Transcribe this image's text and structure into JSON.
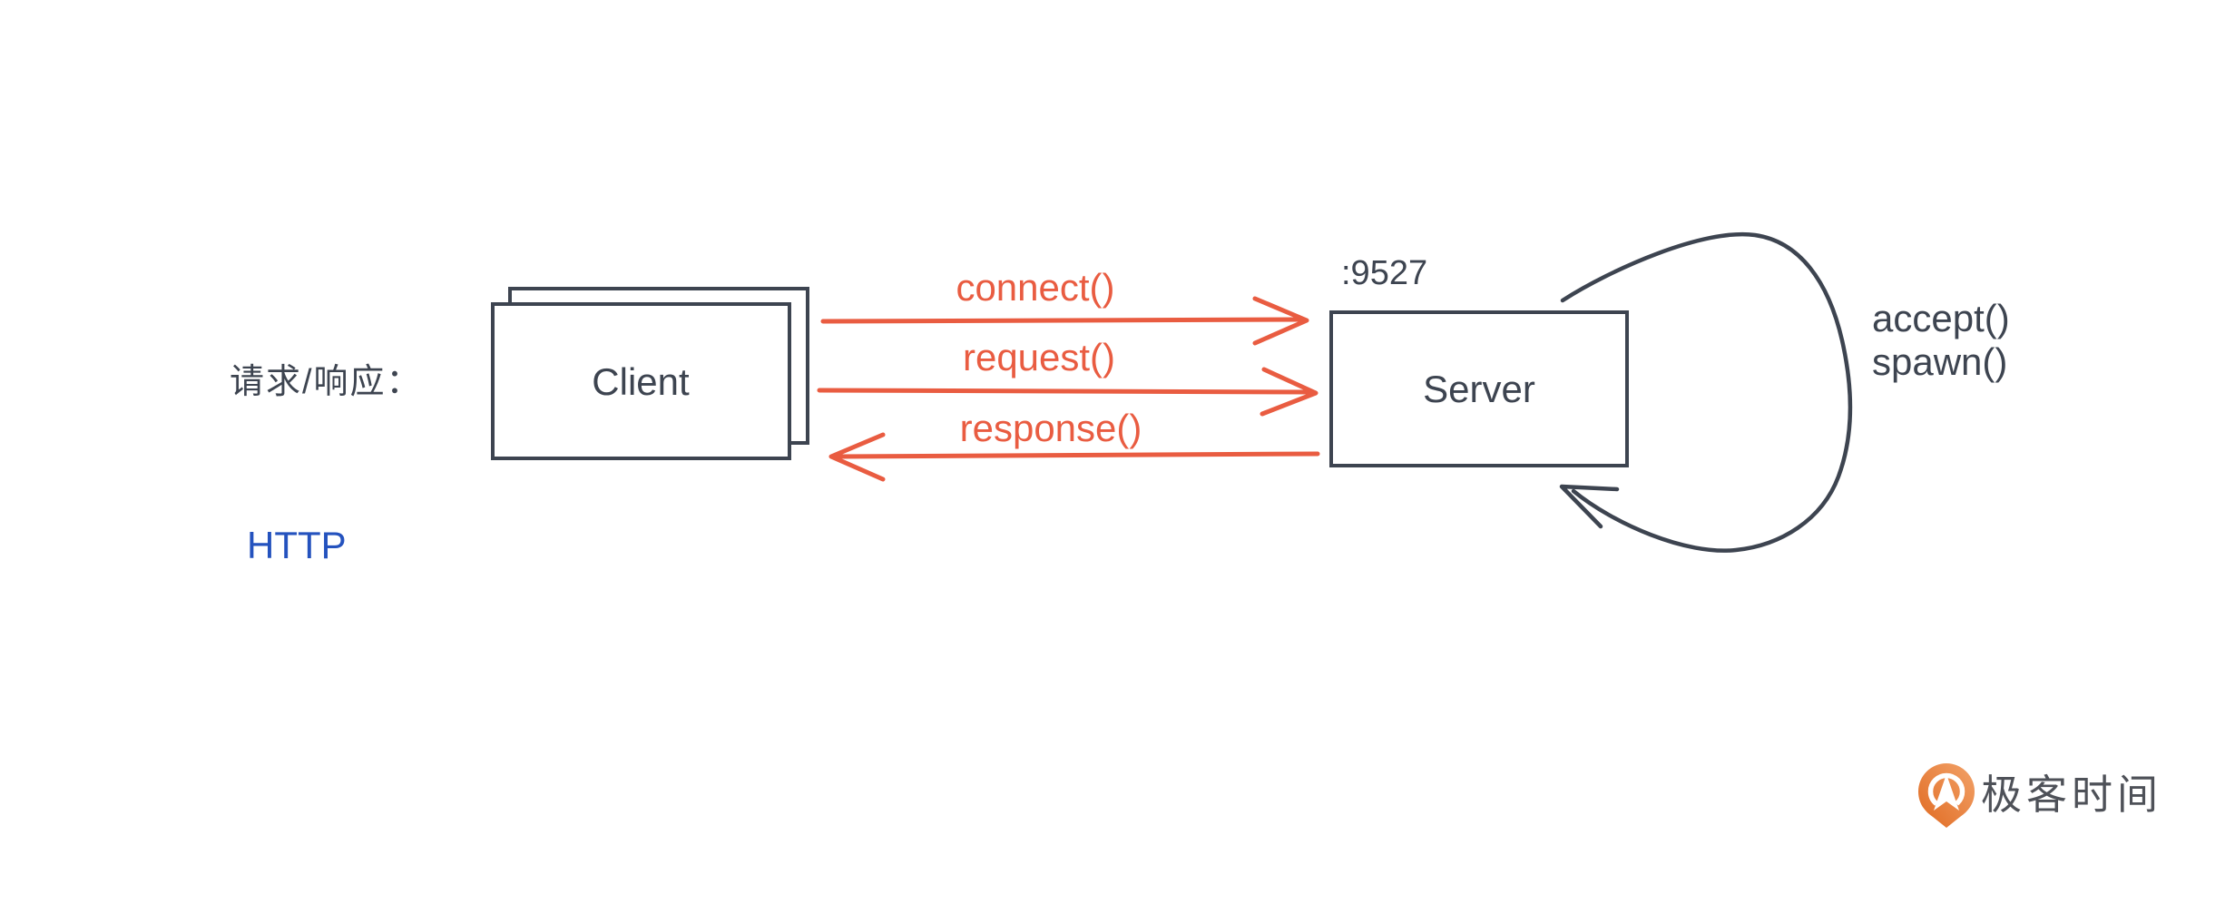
{
  "diagram": {
    "caption": "请求/响应：",
    "protocol_label": "HTTP",
    "client": {
      "label": "Client"
    },
    "server": {
      "label": "Server",
      "port_label": ":9527"
    },
    "calls": {
      "connect": "connect()",
      "request": "request()",
      "response": "response()"
    },
    "loop": {
      "line1": "accept()",
      "line2": "spawn()"
    }
  },
  "branding": {
    "logo_text": "极客时间"
  },
  "colors": {
    "background": "#FFFFFF",
    "ink": "#3D4450",
    "accent_red": "#E95C41",
    "http_blue": "#2452BE",
    "logo_orange_light": "#F2A269",
    "logo_orange_dark": "#E06A21",
    "logo_text_gray": "#4E5158"
  }
}
